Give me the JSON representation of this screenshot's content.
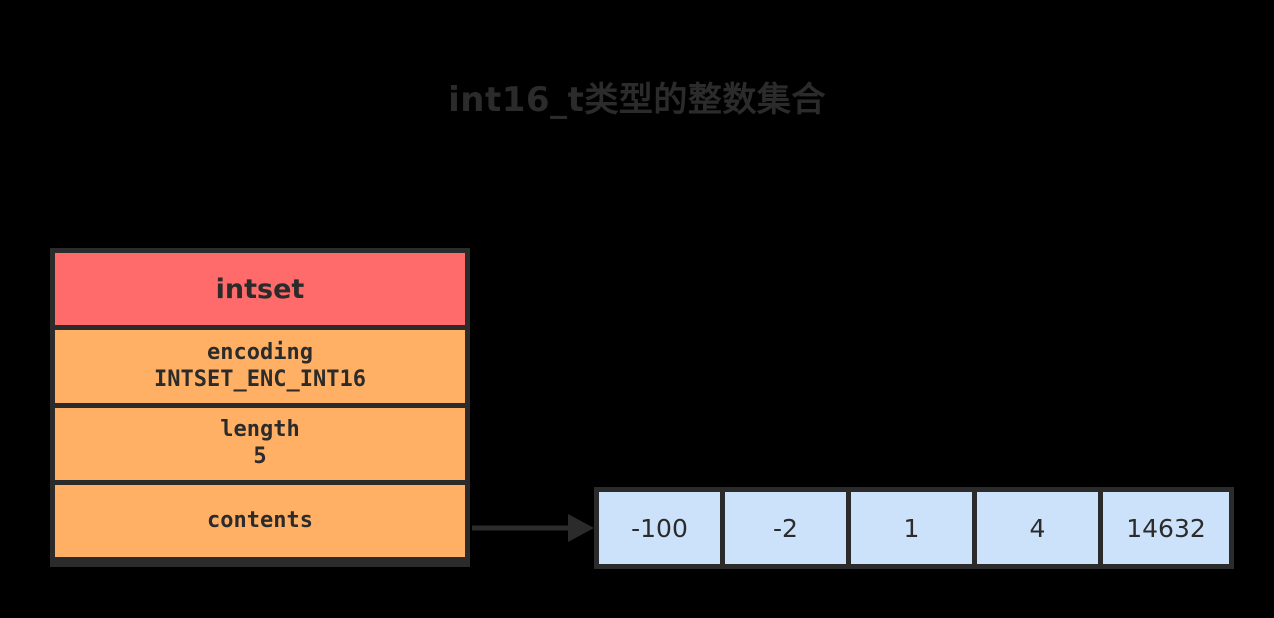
{
  "diagram": {
    "title": "int16_t类型的整数集合",
    "colors": {
      "background": "#000000",
      "header_fill": "#ff6a6a",
      "field_fill": "#ffb065",
      "array_fill": "#cce2fb",
      "stroke": "#2b2b2b",
      "title_text": "#2b2b2b"
    }
  },
  "intset_struct": {
    "header_label": "intset",
    "fields": [
      {
        "name": "encoding",
        "value": "INTSET_ENC_INT16"
      },
      {
        "name": "length",
        "value": "5"
      },
      {
        "name": "contents",
        "value": ""
      }
    ]
  },
  "contents_array": {
    "cells": [
      {
        "value": "-100"
      },
      {
        "value": "-2"
      },
      {
        "value": "1"
      },
      {
        "value": "4"
      },
      {
        "value": "14632"
      }
    ]
  },
  "pointer": {
    "from": "contents",
    "to": "contents-array",
    "icon": "arrow-right-icon"
  }
}
